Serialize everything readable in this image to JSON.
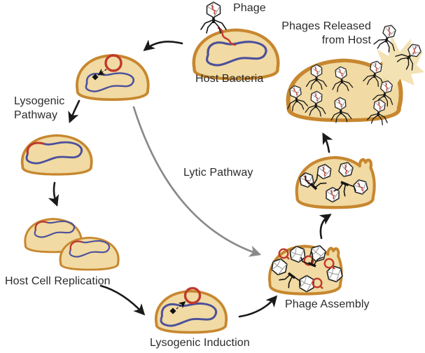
{
  "labels": {
    "phage": "Phage",
    "phages_released_line1": "Phages Released",
    "phages_released_line2": "from Host",
    "host_bacteria": "Host Bacteria",
    "lysogenic_line1": "Lysogenic",
    "lysogenic_line2": "Pathway",
    "lytic_pathway": "Lytic Pathway",
    "host_cell_replication": "Host Cell Replication",
    "lysogenic_induction": "Lysogenic Induction",
    "phage_assembly": "Phage Assembly"
  },
  "colors": {
    "background": "#FFFFFF",
    "text": "#2B2B2B",
    "cell_fill": "#F1DAA3",
    "cell_border": "#C7872F",
    "burst_fill": "#F3E2B4",
    "chromosome_blue": "#4B4F9B",
    "phage_dna_red": "#C0392B",
    "arrow_black": "#1A1A1A",
    "lytic_arrow_gray": "#8A8A8A"
  },
  "icons": {
    "phage_virion": "phage-icon",
    "phage_head_filled": "filled-capsid-icon",
    "empty_capsid": "empty-capsid-icon",
    "tail_fibers": "tail-fibers-icon",
    "circular_phage_dna": "phage-dna-circle-icon",
    "bacterial_chromosome": "chromosome-loop-icon",
    "prophage_segment": "prophage-segment",
    "integration_site": "integration-site-mark",
    "cell_burst": "burst-icon"
  }
}
